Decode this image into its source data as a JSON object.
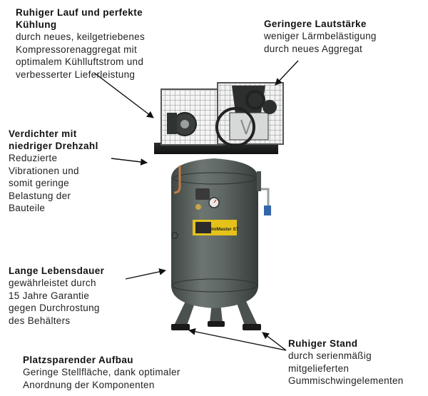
{
  "callouts": {
    "cooling": {
      "title": "Ruhiger Lauf und perfekte Kühlung",
      "lines": [
        "durch neues, keilgetriebenes",
        "Kompressorenaggregat mit",
        "optimalem Kühlluftstrom und",
        "verbesserter Lieferleistung"
      ]
    },
    "noise": {
      "title": "Geringere Lautstärke",
      "lines": [
        "weniger Lärmbelästigung",
        "durch neues Aggregat"
      ]
    },
    "speed": {
      "title": "Verdichter mit niedriger Drehzahl",
      "lines": [
        "Reduzierte",
        "Vibrationen und",
        "somit geringe",
        "Belastung der",
        "Bauteile"
      ]
    },
    "life": {
      "title": "Lange Lebensdauer",
      "lines": [
        "gewährleistet durch",
        "15 Jahre Garantie",
        "gegen Durchrostung",
        "des Behälters"
      ]
    },
    "space": {
      "title": "Platzsparender Aufbau",
      "lines": [
        "Geringe Stellfläche, dank optimaler",
        "Anordnung der Komponenten"
      ]
    },
    "stand": {
      "title": "Ruhiger Stand",
      "lines": [
        "durch serienmäßig",
        "mitgelieferten",
        "Gummischwingelementen"
      ]
    }
  },
  "product_label": "UniMaster ST",
  "colors": {
    "tank": "#5e6763",
    "tank_dark": "#3f4643",
    "label_yellow": "#e5c21a",
    "arrow": "#111111"
  }
}
